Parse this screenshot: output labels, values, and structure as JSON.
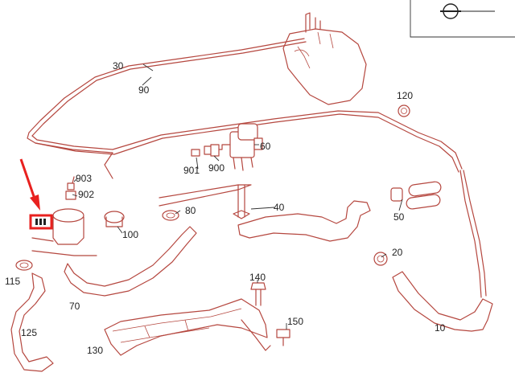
{
  "colors": {
    "parts": "#b5473f",
    "labels": "#222222",
    "arrow": "#e8211f",
    "marker": "#e8211f"
  },
  "callouts": [
    {
      "id": "c10",
      "text": "10"
    },
    {
      "id": "c20",
      "text": "20"
    },
    {
      "id": "c30",
      "text": "30"
    },
    {
      "id": "c40",
      "text": "40"
    },
    {
      "id": "c50",
      "text": "50"
    },
    {
      "id": "c60",
      "text": "60"
    },
    {
      "id": "c70",
      "text": "70"
    },
    {
      "id": "c80",
      "text": "80"
    },
    {
      "id": "c90",
      "text": "90"
    },
    {
      "id": "c100",
      "text": "100"
    },
    {
      "id": "c115",
      "text": "115"
    },
    {
      "id": "c120",
      "text": "120"
    },
    {
      "id": "c125",
      "text": "125"
    },
    {
      "id": "c130",
      "text": "130"
    },
    {
      "id": "c140",
      "text": "140"
    },
    {
      "id": "c150",
      "text": "150"
    },
    {
      "id": "c900",
      "text": "900"
    },
    {
      "id": "c901",
      "text": "901"
    },
    {
      "id": "c902",
      "text": "902"
    },
    {
      "id": "c903",
      "text": "903"
    }
  ],
  "icons": {
    "inset_symbol": "crossed-circle-icon",
    "pointer": "red-arrow-icon",
    "marker": "highlight-marker-icon"
  }
}
